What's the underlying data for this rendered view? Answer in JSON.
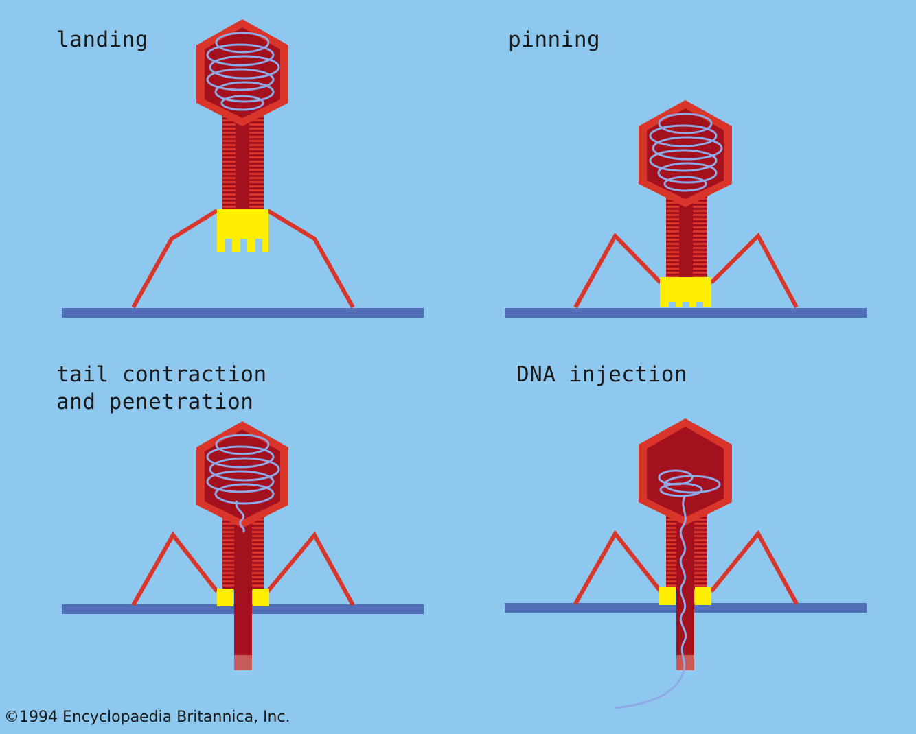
{
  "panels": [
    {
      "label": "landing"
    },
    {
      "label": "pinning"
    },
    {
      "label_line1": "tail contraction",
      "label_line2": "and penetration"
    },
    {
      "label": "DNA injection"
    }
  ],
  "credit": "©1994 Encyclopaedia Britannica, Inc.",
  "colors": {
    "background": "#8fc8ee",
    "capsid_outer": "#d9352a",
    "capsid_inner": "#a3101e",
    "dna": "#8fa8e6",
    "collar_plate": "#ffee00",
    "cell_surface": "#5270b8",
    "text": "#1a1a1a"
  }
}
